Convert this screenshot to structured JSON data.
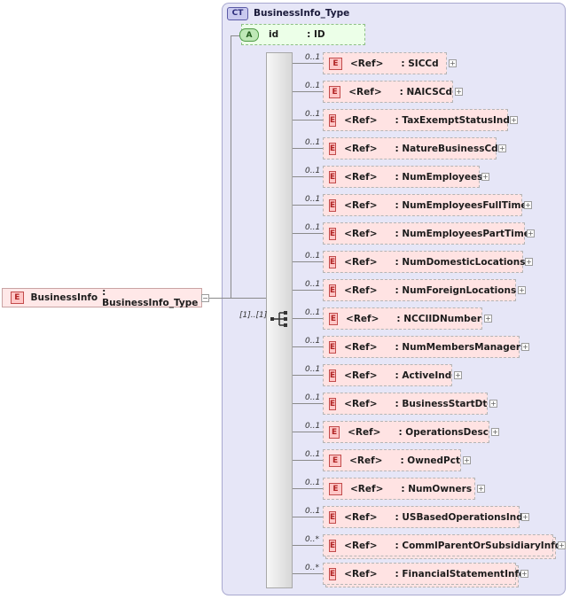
{
  "complex_type": {
    "badge": "CT",
    "name": "BusinessInfo_Type"
  },
  "attribute": {
    "badge": "A",
    "name": "id",
    "type": ": ID"
  },
  "root_element": {
    "badge": "E",
    "name": "BusinessInfo",
    "type": ": BusinessInfo_Type",
    "collapse": "−"
  },
  "sequence": {
    "cardinality": "[1]..[1]"
  },
  "elements": [
    {
      "badge": "E",
      "ref": "<Ref>",
      "name": ": SICCd",
      "card": "0..1"
    },
    {
      "badge": "E",
      "ref": "<Ref>",
      "name": ": NAICSCd",
      "card": "0..1"
    },
    {
      "badge": "E",
      "ref": "<Ref>",
      "name": ": TaxExemptStatusInd",
      "card": "0..1"
    },
    {
      "badge": "E",
      "ref": "<Ref>",
      "name": ": NatureBusinessCd",
      "card": "0..1"
    },
    {
      "badge": "E",
      "ref": "<Ref>",
      "name": ": NumEmployees",
      "card": "0..1"
    },
    {
      "badge": "E",
      "ref": "<Ref>",
      "name": ": NumEmployeesFullTime",
      "card": "0..1"
    },
    {
      "badge": "E",
      "ref": "<Ref>",
      "name": ": NumEmployeesPartTime",
      "card": "0..1"
    },
    {
      "badge": "E",
      "ref": "<Ref>",
      "name": ": NumDomesticLocations",
      "card": "0..1"
    },
    {
      "badge": "E",
      "ref": "<Ref>",
      "name": ": NumForeignLocations",
      "card": "0..1"
    },
    {
      "badge": "E",
      "ref": "<Ref>",
      "name": ": NCCIIDNumber",
      "card": "0..1"
    },
    {
      "badge": "E",
      "ref": "<Ref>",
      "name": ": NumMembersManagers",
      "card": "0..1"
    },
    {
      "badge": "E",
      "ref": "<Ref>",
      "name": ": ActiveInd",
      "card": "0..1"
    },
    {
      "badge": "E",
      "ref": "<Ref>",
      "name": ": BusinessStartDt",
      "card": "0..1"
    },
    {
      "badge": "E",
      "ref": "<Ref>",
      "name": ": OperationsDesc",
      "card": "0..1"
    },
    {
      "badge": "E",
      "ref": "<Ref>",
      "name": ": OwnedPct",
      "card": "0..1"
    },
    {
      "badge": "E",
      "ref": "<Ref>",
      "name": ": NumOwners",
      "card": "0..1"
    },
    {
      "badge": "E",
      "ref": "<Ref>",
      "name": ": USBasedOperationsInd",
      "card": "0..1"
    },
    {
      "badge": "E",
      "ref": "<Ref>",
      "name": ": CommlParentOrSubsidiaryInfo",
      "card": "0..*"
    },
    {
      "badge": "E",
      "ref": "<Ref>",
      "name": ": FinancialStatementInfo",
      "card": "0..*"
    }
  ]
}
